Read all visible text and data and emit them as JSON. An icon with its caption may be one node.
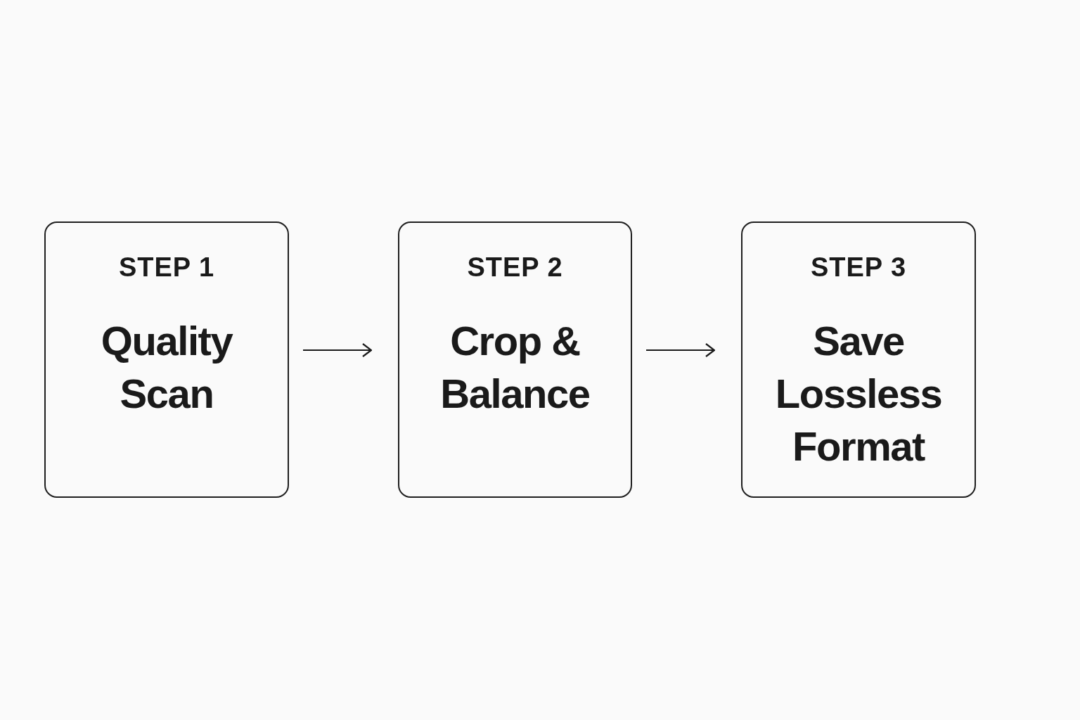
{
  "diagram": {
    "nodes": [
      {
        "text": [
          "STEP 1",
          "Quality Scan"
        ]
      },
      {
        "text": [
          "STEP 2",
          "Crop & Balance"
        ]
      },
      {
        "text": [
          "STEP 3",
          "Save Lossless Format"
        ]
      }
    ],
    "edges": [
      {
        "from": 0,
        "to": 1,
        "arrow": "to"
      },
      {
        "from": 1,
        "to": 2,
        "arrow": "to"
      }
    ]
  }
}
